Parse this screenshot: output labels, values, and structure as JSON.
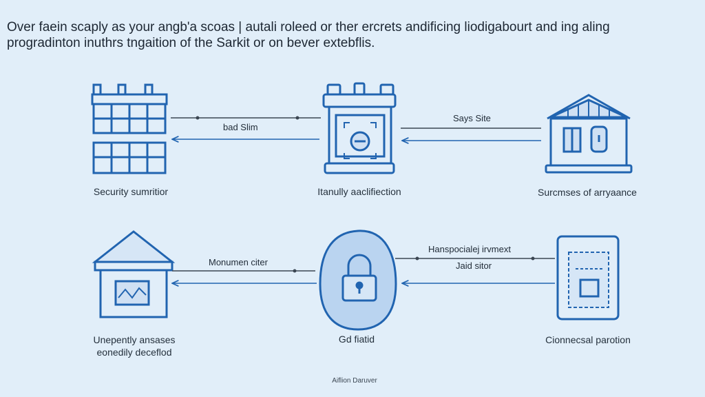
{
  "intro": {
    "line1": "Over faein scaply as your angb'a scoas | autali roleed or ther ercrets andificing liodigabourt and ing aling",
    "line2": "progradinton inuthrs tngaition of the Sarkit or on bever extebflis."
  },
  "nodes": {
    "security": {
      "label": "Security sumritior",
      "icon": "building-icon"
    },
    "identity": {
      "label": "Itanully aaclifiection",
      "icon": "vault-device-icon"
    },
    "successes": {
      "label": "Surcmses of arryaance",
      "icon": "warehouse-icon"
    },
    "unexpected": {
      "label_line1": "Unepently ansases",
      "label_line2": "eonedily deceflod",
      "icon": "house-icon"
    },
    "field": {
      "label": "Gd fiatid",
      "icon": "padlock-shield-icon"
    },
    "connection": {
      "label": "Cionnecsal parotion",
      "icon": "tablet-icon"
    }
  },
  "connectors": {
    "top_left": "bad Slim",
    "top_right": "Says Site",
    "bottom_left": "Monumen citer",
    "bottom_right_top": "Hanspocialej irvmext",
    "bottom_right_bottom": "Jaid sitor"
  },
  "footer": "Aiflion Daruver",
  "colors": {
    "stroke": "#2164b0",
    "fill": "#cfe0f3",
    "background": "#e1eef9"
  }
}
